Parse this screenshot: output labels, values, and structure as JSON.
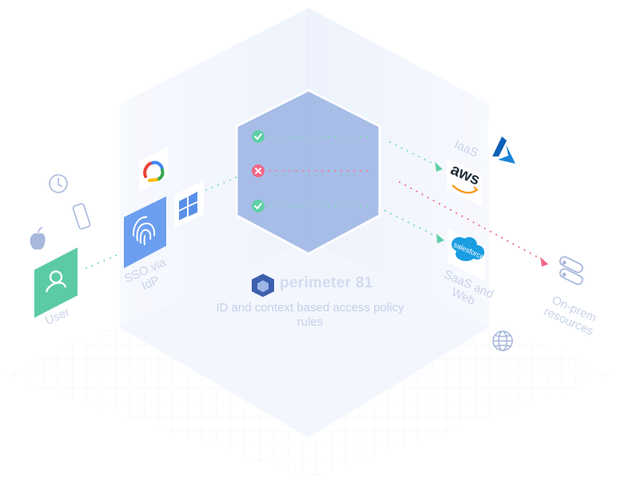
{
  "brand": {
    "name": "perimeter 81",
    "tagline": "ID and context based access policy rules"
  },
  "nodes": {
    "user": "User",
    "sso": "SSO via IdP",
    "iaas": "IaaS",
    "saas": "SaaS and Web",
    "onprem": "On-prem resources"
  },
  "logos": {
    "aws": "aws",
    "salesforce": "salesforce"
  },
  "icons": [
    "clock-icon",
    "tablet-icon",
    "apple-icon",
    "user-icon",
    "fingerprint-icon",
    "google-cloud-icon",
    "windows-icon",
    "azure-icon",
    "aws-logo-icon",
    "salesforce-logo-icon",
    "server-icon",
    "globe-icon",
    "check-icon",
    "cross-icon"
  ],
  "colors": {
    "allow": "#5fcfa6",
    "deny": "#f06684",
    "hub": "#9db6e6",
    "user_tile": "#5bcba5",
    "fingerprint_tile": "#6c9ef0",
    "label": "#c9d3ea"
  },
  "policy_rules": [
    {
      "status": "allow"
    },
    {
      "status": "deny"
    },
    {
      "status": "allow"
    }
  ]
}
